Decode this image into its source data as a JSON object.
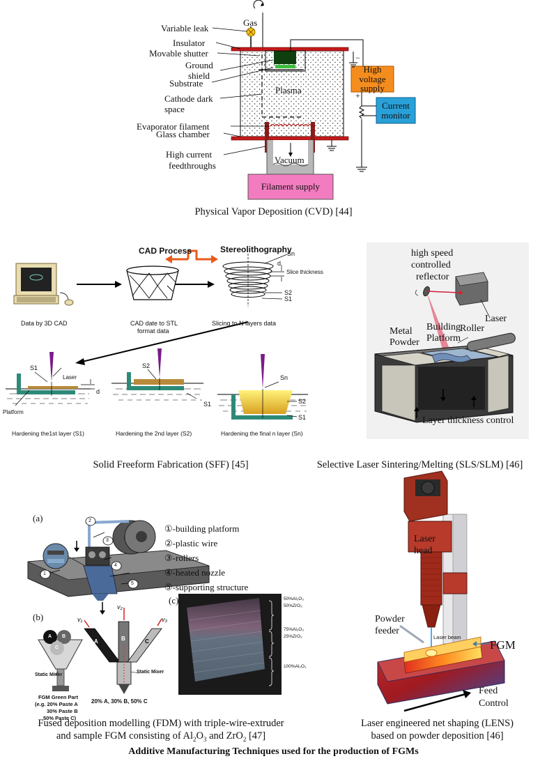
{
  "pvd": {
    "gas": "Gas",
    "variable_leak": "Variable leak",
    "insulator": "Insulator",
    "movable_shutter": "Movable shutter",
    "ground_shield_1": "Ground",
    "ground_shield_2": "shield",
    "substrate": "Substrate",
    "cathode_1": "Cathode  dark",
    "cathode_2": "space",
    "evaporator": "Evaporator  filament",
    "glass": "Glass chamber",
    "feed_1": "High  current",
    "feed_2": "feedthroughs",
    "plasma": "Plasma",
    "vacuum": "Vacuum",
    "hv_1": "High",
    "hv_2": "voltage",
    "hv_3": "supply",
    "cm_1": "Current",
    "cm_2": "monitor",
    "filament": "Filament   supply",
    "minus": "−",
    "plus": "+",
    "caption": "Physical Vapor Deposition (CVD) [44]"
  },
  "sff": {
    "cad": "CAD Process",
    "stereo": "Stereolithography",
    "sn": "Sn",
    "d": "d",
    "slice": "Slice thickness",
    "s2": "S2",
    "s1": "S1",
    "data_cad": "Data by 3D CAD",
    "cad_stl_1": "CAD date to STL",
    "cad_stl_2": "format data",
    "slicing": "Slicing to N layers data",
    "laser": "Laser",
    "platform": "Platform",
    "h1": "Hardening the1st layer (S1)",
    "h2": "Hardening the 2nd layer (S2)",
    "h3": "Hardening the final n layer (Sn)",
    "caption": "Solid Freeform Fabrication (SFF) [45]"
  },
  "sls": {
    "refl_1": "high speed",
    "refl_2": "controlled",
    "refl_3": "reflector",
    "laser": "Laser",
    "roller": "Roller",
    "build_1": "Building",
    "build_2": "Platform",
    "metal_1": "Metal",
    "metal_2": "Powder",
    "layer": "Layer thickness control",
    "caption": "Selective Laser Sintering/Melting (SLS/SLM) [46]"
  },
  "fdm": {
    "a": "(a)",
    "b": "(b)",
    "c": "(c)",
    "legend": [
      "①-building platform",
      "②-plastic wire",
      "③-rollers",
      "④-heated nozzle",
      "⑤-supporting structure"
    ],
    "n1": "1",
    "n2": "2",
    "n3": "3",
    "n4": "4",
    "n5": "5",
    "mA": "A",
    "mB": "B",
    "mC": "C",
    "static_mixer": "Static Mixer",
    "green_1": "FGM Green Part",
    "green_2": "(e.g. 20% Paste A",
    "green_3": "30%  Paste B",
    "green_4": "50% Paste C)",
    "static_mixer_2": "Static Mixer",
    "ratio": "20% A, 30% B, 50% C",
    "v1": "v₁",
    "v2": "v₂",
    "v3": "v₃",
    "c1a": "50%Al₂O₃",
    "c1b": "50%ZrO₂",
    "c2a": "75%Al₂O₃",
    "c2b": "25%ZrO₂",
    "c3": "100%Al₂O₃",
    "caption_1": "Fused deposition modelling (FDM) with triple-wire-extruder",
    "caption_2a": "and sample FGM consisting of Al",
    "caption_2b": "O",
    "caption_2c": " and ZrO",
    "caption_2d": " [47]"
  },
  "lens": {
    "head_1": "Laser",
    "head_2": "head",
    "powder_1": "Powder",
    "powder_2": "feeder",
    "beam": "Laser beam",
    "fgm": "FGM",
    "feed_1": "Feed",
    "feed_2": "Control",
    "caption_1": "Laser engineered net shaping (LENS)",
    "caption_2": "based on powder deposition [46]"
  },
  "footer": "Additive Manufacturing Techniques used for the production of FGMs"
}
